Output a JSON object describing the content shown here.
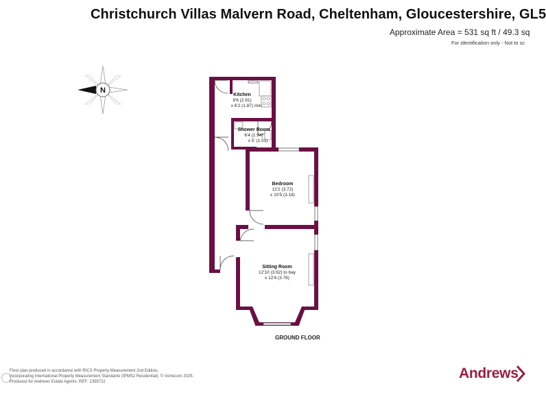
{
  "header": {
    "title": "Christchurch Villas Malvern Road, Cheltenham, Gloucestershire, GL5",
    "area": "Approximate Area = 531 sq ft / 49.3 sq",
    "identification": "For identification only - Not to sc"
  },
  "compass": {
    "label": "N"
  },
  "rooms": [
    {
      "name": "Kitchen",
      "dim1": "9'6 (2.91)",
      "dim2": "x 6'2 (1.87) min"
    },
    {
      "name": "Shower Room",
      "dim1": "6'4 (1.94)",
      "dim2": "x 5' (1.51)"
    },
    {
      "name": "Bedroom",
      "dim1": "12'2 (3.72)",
      "dim2": "x 10'5 (3.18)"
    },
    {
      "name": "Sitting Room",
      "dim1": "12'10 (3.92) to bay",
      "dim2": "x 12'4 (3.76)"
    }
  ],
  "floor_label": "GROUND FLOOR",
  "footer": {
    "line1": "Floor plan produced in accordance with RICS Property Measurement 2nd Edition,",
    "line2": "Incorporating International Property Measurement Standards (IPMS2 Residential).  © nichecom 2025.",
    "line3": "Produced for Andrews Estate Agents.  REF: 1359722"
  },
  "brand": {
    "name": "Andrews"
  },
  "colors": {
    "wall": "#6b1044",
    "brand": "#9b1e3f"
  }
}
